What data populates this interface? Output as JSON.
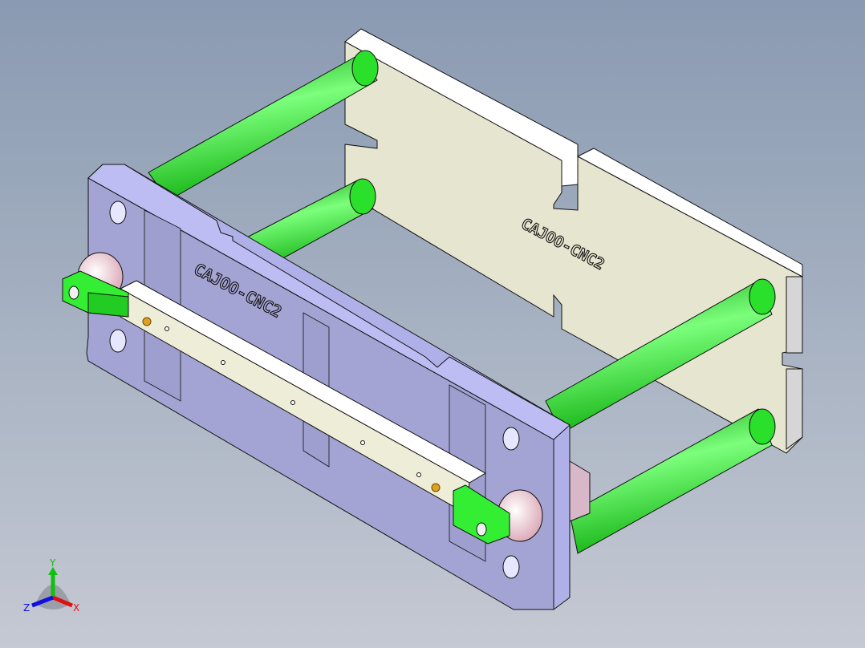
{
  "viewport": {
    "type": "cad-3d-model-view",
    "background_top": "#8a9ab2",
    "background_bottom": "#c5c9d3"
  },
  "model": {
    "engravings": {
      "front_plate": "CAJOO-CNC2",
      "back_plate": "CAJOO-CNC2"
    },
    "colors": {
      "front_plate": "#b8b8f0",
      "front_plate_shade": "#a0a0d0",
      "back_plate": "#e6e5d0",
      "back_plate_edge": "#ffffff",
      "rods": "#22e022",
      "clamp": "#33ee33",
      "roller": "#f0c8d0",
      "bar": "#eeedd8",
      "screw": "#e0a020"
    }
  },
  "triad": {
    "x_label": "X",
    "y_label": "Y",
    "z_label": "Z",
    "x_color": "#e01010",
    "y_color": "#10c010",
    "z_color": "#1010e0"
  }
}
